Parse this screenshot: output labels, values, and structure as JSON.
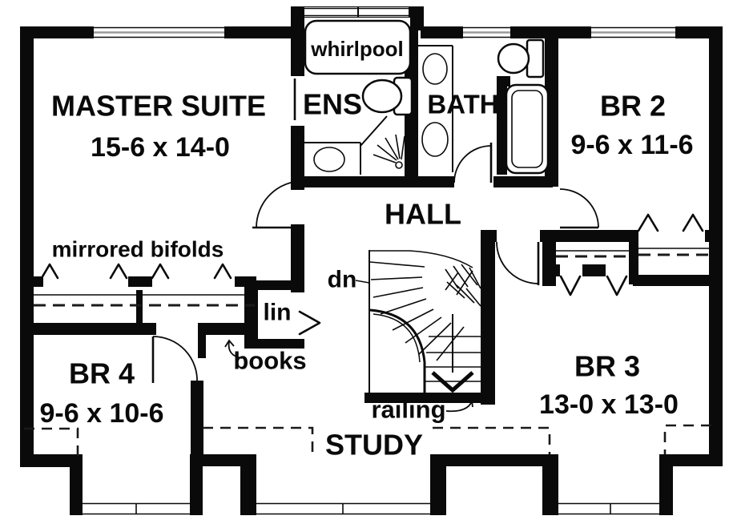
{
  "rooms": {
    "master_suite": {
      "name": "MASTER SUITE",
      "dims": "15-6 x 14-0"
    },
    "ensuite": {
      "name": "ENS"
    },
    "bath": {
      "name": "BATH"
    },
    "bedroom2": {
      "name": "BR 2",
      "dims": "9-6 x 11-6"
    },
    "hall": {
      "name": "HALL"
    },
    "bedroom4": {
      "name": "BR 4",
      "dims": "9-6 x 10-6"
    },
    "bedroom3": {
      "name": "BR 3",
      "dims": "13-0 x 13-0"
    },
    "study": {
      "name": "STUDY"
    }
  },
  "annotations": {
    "whirlpool": "whirlpool",
    "mirrored_bifolds": "mirrored bifolds",
    "down": "dn",
    "linen": "lin",
    "books": "books",
    "railing": "railing"
  },
  "colors": {
    "ink": "#0a0a0a",
    "paper": "#ffffff",
    "glazing": "#9a9a9a"
  }
}
